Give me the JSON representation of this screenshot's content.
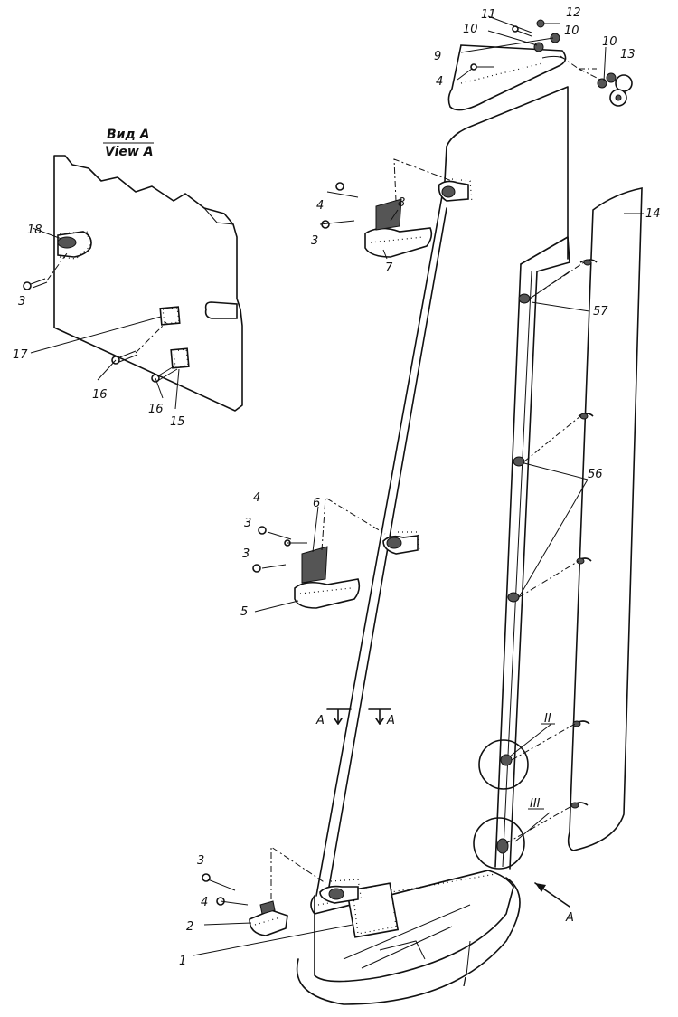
{
  "view_caption": {
    "ru": "Вид А",
    "en": "View A"
  },
  "section": {
    "left": "А",
    "right": "А"
  },
  "arrow_label": "А",
  "zones": {
    "z1": "I",
    "z2": "II",
    "z3": "III"
  },
  "callouts": {
    "c1": "1",
    "c2": "2",
    "c3a": "3",
    "c3b": "3",
    "c3c": "3",
    "c3d": "3",
    "c3e": "3",
    "c4a": "4",
    "c4b": "4",
    "c4c": "4",
    "c4d": "4",
    "c5": "5",
    "c6": "6",
    "c7": "7",
    "c8": "8",
    "c9": "9",
    "c10a": "10",
    "c10b": "10",
    "c10c": "10",
    "c11": "11",
    "c12": "12",
    "c13": "13",
    "c14": "14",
    "c15": "15",
    "c16a": "16",
    "c16b": "16",
    "c17": "17",
    "c18": "18",
    "c56": "56",
    "c57": "57"
  }
}
